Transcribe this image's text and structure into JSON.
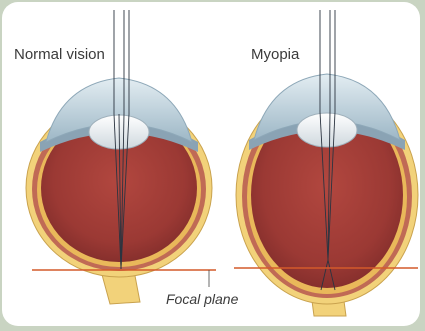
{
  "labels": {
    "normal_vision": "Normal vision",
    "myopia": "Myopia",
    "focal_plane": "Focal plane"
  },
  "colors": {
    "sclera": "#f2d27a",
    "choroid": "#b7574a",
    "vitreous": "#a03a36",
    "cornea": "#bfd3de",
    "lens": "#e9edf0",
    "focal_line": "#d45a2a",
    "ray": "#2b3440",
    "background": "#c9d4c2"
  }
}
